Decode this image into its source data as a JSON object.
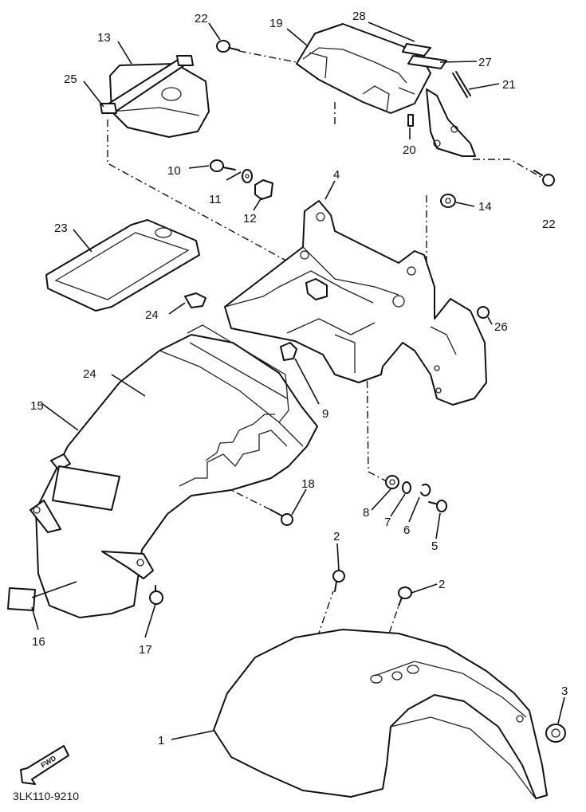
{
  "diagram_code": "3LK110-9210",
  "forward_arrow_label": "FWD",
  "callouts": {
    "c1": "1",
    "c2a": "2",
    "c2b": "2",
    "c3": "3",
    "c4": "4",
    "c5": "5",
    "c6": "6",
    "c7": "7",
    "c8": "8",
    "c9": "9",
    "c10": "10",
    "c11": "11",
    "c12": "12",
    "c13": "13",
    "c14": "14",
    "c15": "15",
    "c16": "16",
    "c17": "17",
    "c18": "18",
    "c19": "19",
    "c20": "20",
    "c21": "21",
    "c22a": "22",
    "c22b": "22",
    "c23": "23",
    "c24a": "24",
    "c24b": "24",
    "c25": "25",
    "c26": "26",
    "c27": "27",
    "c28": "28"
  }
}
